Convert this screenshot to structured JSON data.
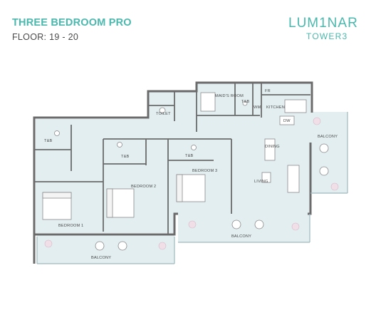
{
  "header": {
    "title": "THREE BEDROOM PRO",
    "floor": "FLOOR: 19 - 20"
  },
  "logo": {
    "brand": "LUM1NAR",
    "sub": "TOWER3"
  },
  "rooms": {
    "maids_room": "MAID'S ROOM",
    "fr": "FR",
    "tb_maid": "T&B",
    "wm": "WM",
    "kitchen": "KITCHEN",
    "dw": "DW",
    "toilet": "TOILET",
    "balcony_right": "BALCONY",
    "dining": "DINING",
    "tb_1": "T&B",
    "tb_2": "T&B",
    "tb_3": "T&B",
    "bedroom_3": "BEDROOM 3",
    "living": "LIVING",
    "bedroom_2": "BEDROOM 2",
    "bedroom_1": "BEDROOM 1",
    "balcony_middle": "BALCONY",
    "balcony_bottom": "BALCONY"
  },
  "colors": {
    "accent": "#4bb8ad",
    "floor_fill": "#e3eef0",
    "wall": "#6b6b6b"
  }
}
